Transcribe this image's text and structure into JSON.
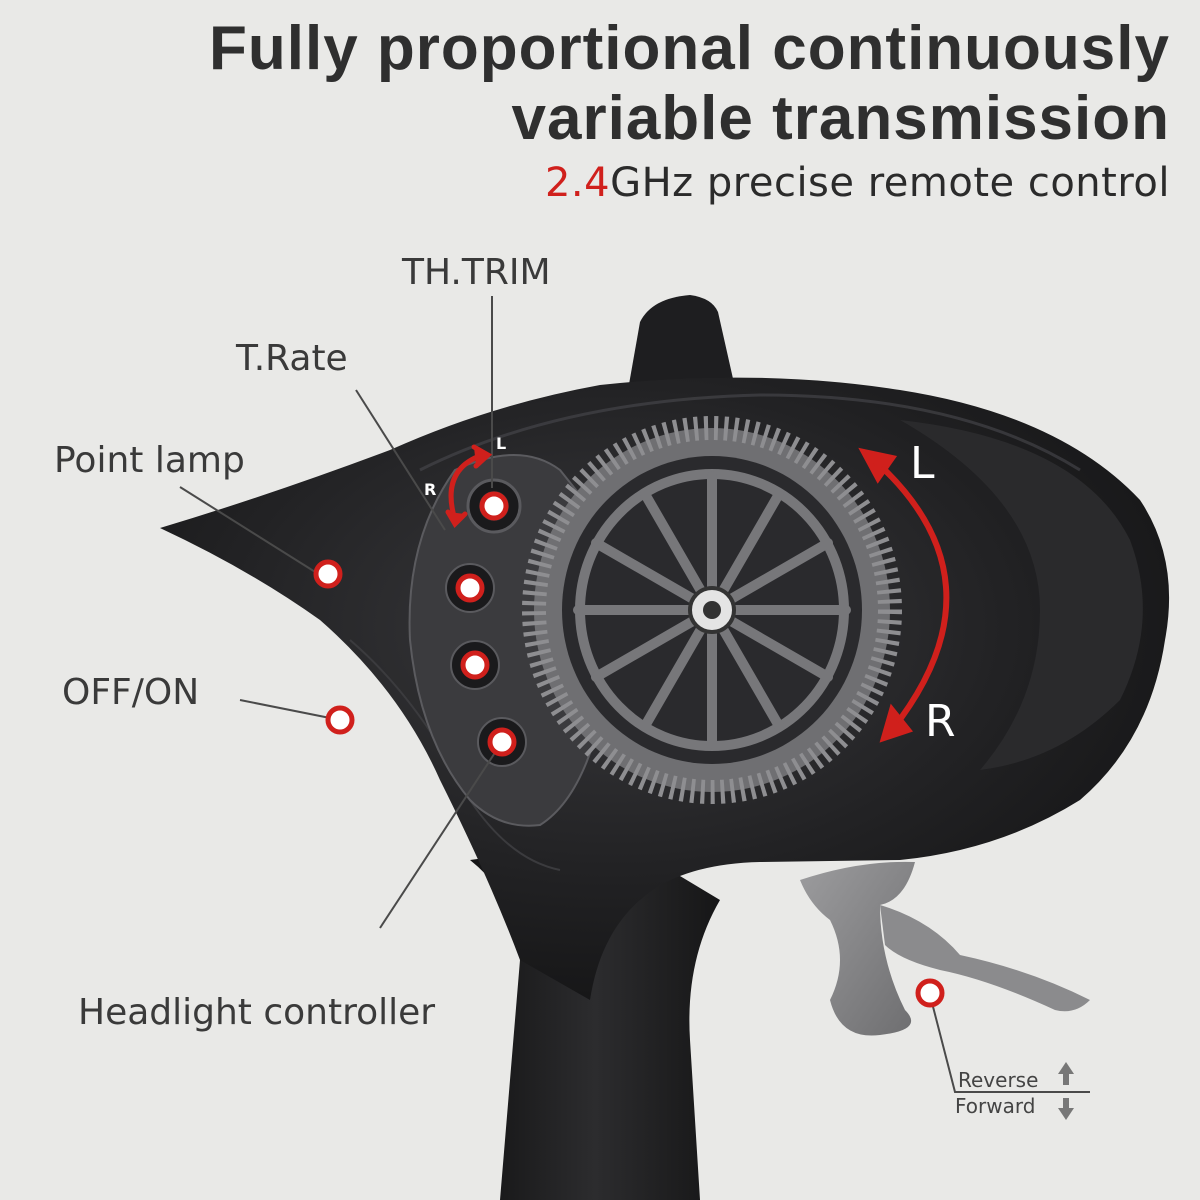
{
  "headline": {
    "line1": "Fully proportional continuously",
    "line2": "variable transmission"
  },
  "subheadline": {
    "frequency": "2.4",
    "rest": "GHz precise remote control"
  },
  "callouts": {
    "th_trim": "TH.TRIM",
    "t_rate": "T.Rate",
    "point_lamp": "Point lamp",
    "off_on": "OFF/ON",
    "headlight_controller": "Headlight controller",
    "reverse": "Reverse",
    "forward": "Forward"
  },
  "wheel_directions": {
    "left": "L",
    "right": "R"
  },
  "knob_directions": {
    "left": "L",
    "right": "R"
  },
  "colors": {
    "accent": "#d0201c",
    "body": "#1d1d1f",
    "wheel": "#8a8a8c",
    "background": "#e9e9e7"
  }
}
